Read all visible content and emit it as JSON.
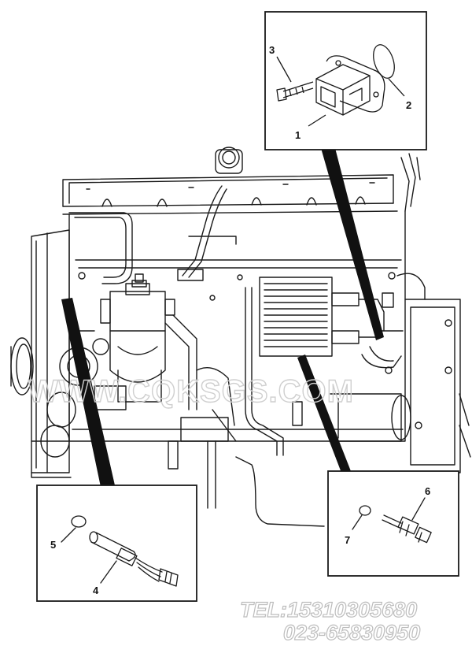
{
  "callouts": {
    "c1": "1",
    "c2": "2",
    "c3": "3",
    "c4": "4",
    "c5": "5",
    "c6": "6",
    "c7": "7"
  },
  "watermark": "WWW.CQKSGS.COM",
  "contact": {
    "tel": "TEL:15310305680",
    "phone": "023-65830950"
  },
  "colors": {
    "line": "#1a1a1a",
    "watermark": "#cfcfcf",
    "background": "#ffffff"
  }
}
